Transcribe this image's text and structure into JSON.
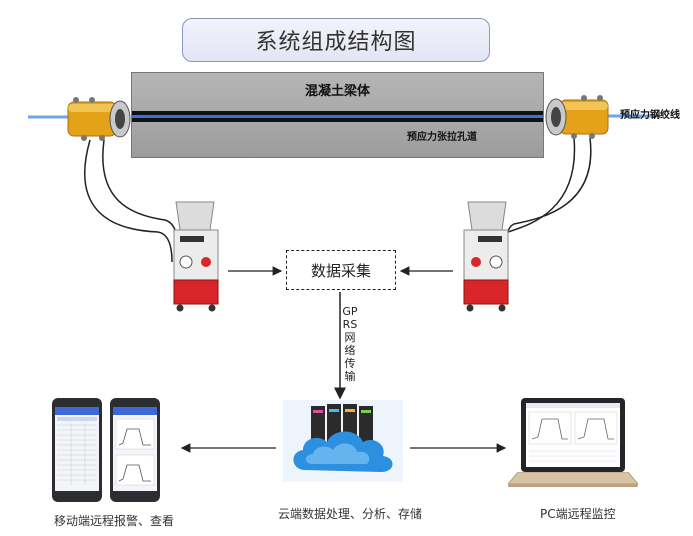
{
  "title": "系统组成结构图",
  "beam": {
    "label": "混凝土梁体",
    "duct_label": "预应力张拉孔道"
  },
  "strand_label": "预应力钢绞线",
  "data_acquisition": "数据采集",
  "transmission": "GPRS网络传输",
  "captions": {
    "mobile": "移动端远程报警、查看",
    "cloud": "云端数据处理、分析、存储",
    "pc": "PC端远程监控"
  },
  "colors": {
    "title_border": "#8f95c9",
    "beam_gray": "#a7a7a7",
    "duct_black": "#111111",
    "duct_blue": "#3f6fd8",
    "strand_blue": "#6aa6ea",
    "jack_gold": "#e3a21a",
    "pump_red": "#d9262a",
    "cloud_blue": "#2d8fe0"
  }
}
